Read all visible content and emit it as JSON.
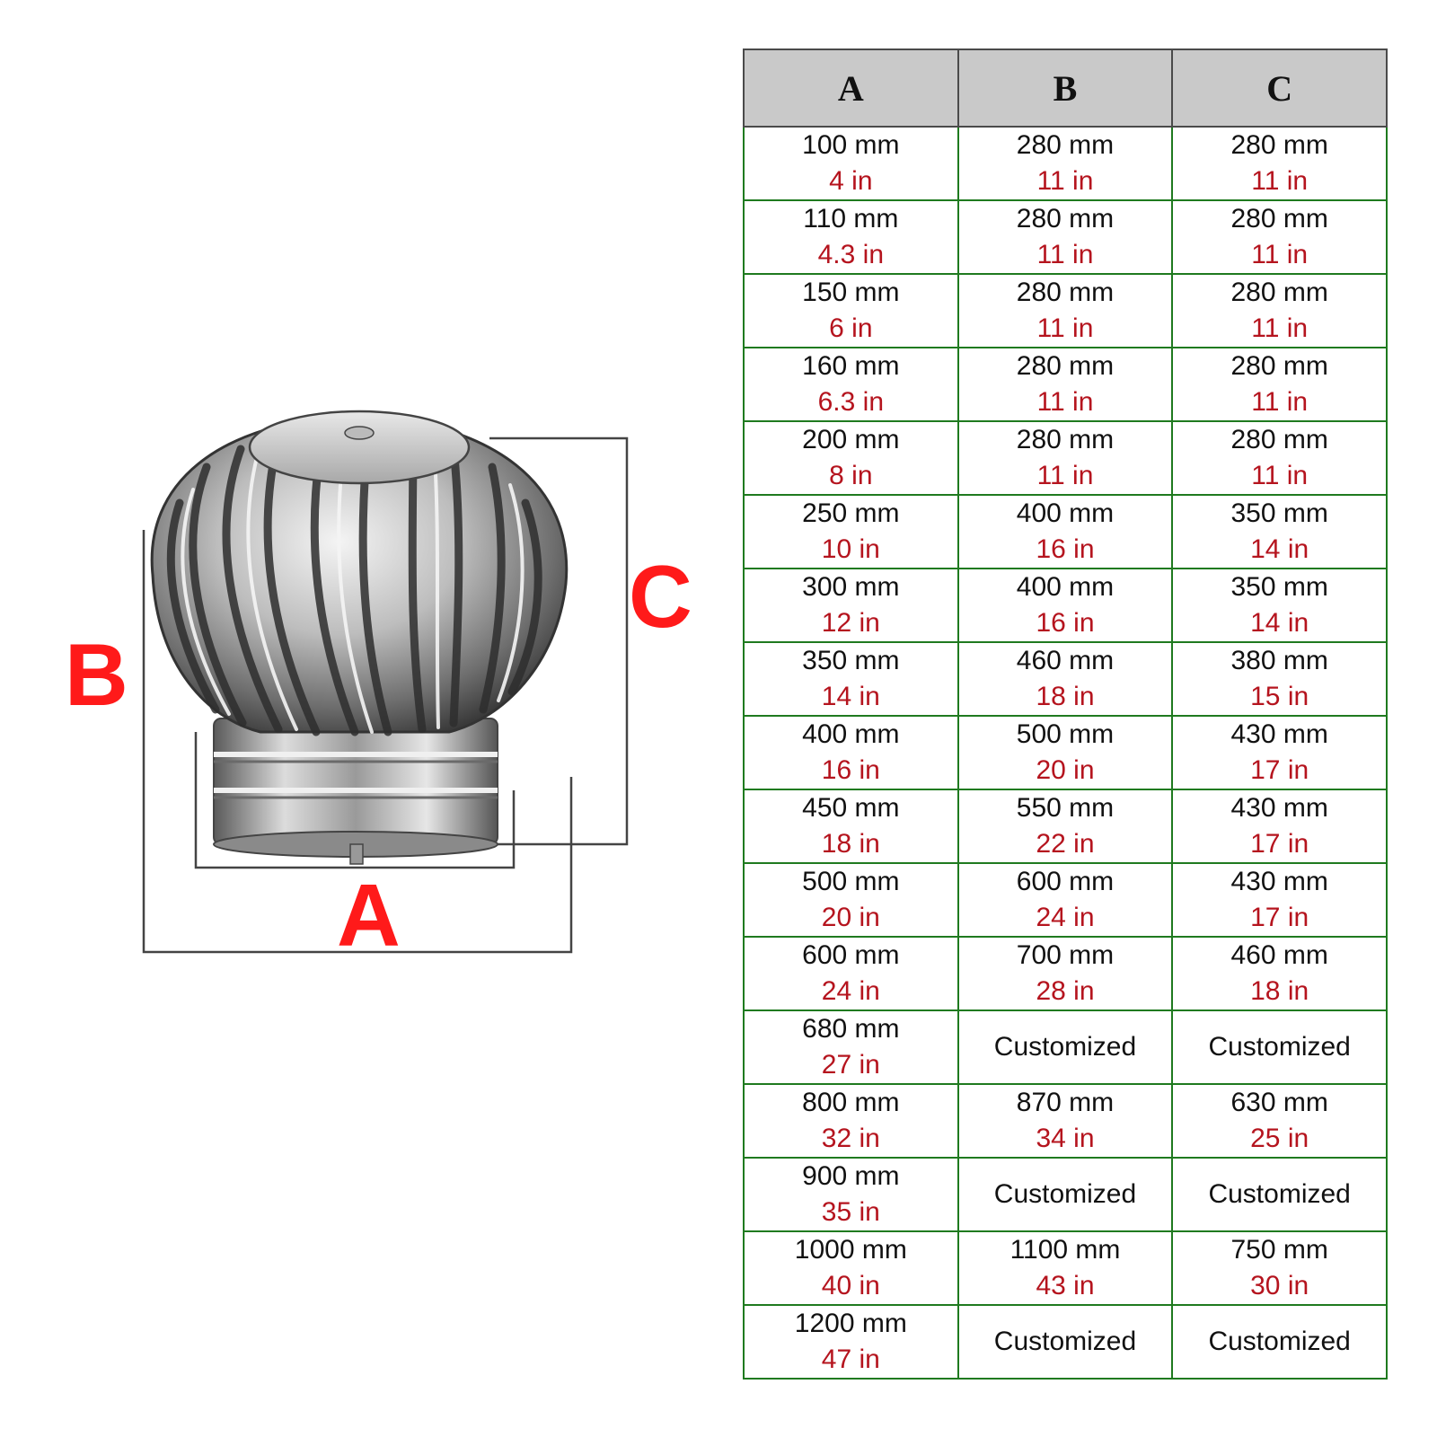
{
  "labels": {
    "a": "A",
    "b": "B",
    "c": "C"
  },
  "table": {
    "headers": [
      "A",
      "B",
      "C"
    ],
    "rows": [
      [
        {
          "mm": "100 mm",
          "in": "4 in"
        },
        {
          "mm": "280 mm",
          "in": "11 in"
        },
        {
          "mm": "280 mm",
          "in": "11 in"
        }
      ],
      [
        {
          "mm": "110 mm",
          "in": "4.3 in"
        },
        {
          "mm": "280 mm",
          "in": "11 in"
        },
        {
          "mm": "280 mm",
          "in": "11 in"
        }
      ],
      [
        {
          "mm": "150 mm",
          "in": "6 in"
        },
        {
          "mm": "280 mm",
          "in": "11 in"
        },
        {
          "mm": "280 mm",
          "in": "11 in"
        }
      ],
      [
        {
          "mm": "160 mm",
          "in": "6.3 in"
        },
        {
          "mm": "280 mm",
          "in": "11 in"
        },
        {
          "mm": "280 mm",
          "in": "11 in"
        }
      ],
      [
        {
          "mm": "200 mm",
          "in": "8 in"
        },
        {
          "mm": "280 mm",
          "in": "11 in"
        },
        {
          "mm": "280 mm",
          "in": "11 in"
        }
      ],
      [
        {
          "mm": "250 mm",
          "in": "10 in"
        },
        {
          "mm": "400 mm",
          "in": "16 in"
        },
        {
          "mm": "350 mm",
          "in": "14 in"
        }
      ],
      [
        {
          "mm": "300 mm",
          "in": "12 in"
        },
        {
          "mm": "400 mm",
          "in": "16 in"
        },
        {
          "mm": "350 mm",
          "in": "14 in"
        }
      ],
      [
        {
          "mm": "350 mm",
          "in": "14 in"
        },
        {
          "mm": "460 mm",
          "in": "18 in"
        },
        {
          "mm": "380 mm",
          "in": "15 in"
        }
      ],
      [
        {
          "mm": "400 mm",
          "in": "16 in"
        },
        {
          "mm": "500 mm",
          "in": "20 in"
        },
        {
          "mm": "430 mm",
          "in": "17 in"
        }
      ],
      [
        {
          "mm": "450 mm",
          "in": "18 in"
        },
        {
          "mm": "550 mm",
          "in": "22 in"
        },
        {
          "mm": "430 mm",
          "in": "17 in"
        }
      ],
      [
        {
          "mm": "500 mm",
          "in": "20 in"
        },
        {
          "mm": "600 mm",
          "in": "24 in"
        },
        {
          "mm": "430 mm",
          "in": "17 in"
        }
      ],
      [
        {
          "mm": "600 mm",
          "in": "24 in"
        },
        {
          "mm": "700 mm",
          "in": "28 in"
        },
        {
          "mm": "460 mm",
          "in": "18 in"
        }
      ],
      [
        {
          "mm": "680 mm",
          "in": "27 in"
        },
        {
          "text": "Customized"
        },
        {
          "text": "Customized"
        }
      ],
      [
        {
          "mm": "800 mm",
          "in": "32 in"
        },
        {
          "mm": "870 mm",
          "in": "34 in"
        },
        {
          "mm": "630 mm",
          "in": "25 in"
        }
      ],
      [
        {
          "mm": "900 mm",
          "in": "35 in"
        },
        {
          "text": "Customized"
        },
        {
          "text": "Customized"
        }
      ],
      [
        {
          "mm": "1000 mm",
          "in": "40 in"
        },
        {
          "mm": "1100 mm",
          "in": "43 in"
        },
        {
          "mm": "750 mm",
          "in": "30 in"
        }
      ],
      [
        {
          "mm": "1200 mm",
          "in": "47 in"
        },
        {
          "text": "Customized"
        },
        {
          "text": "Customized"
        }
      ]
    ]
  }
}
